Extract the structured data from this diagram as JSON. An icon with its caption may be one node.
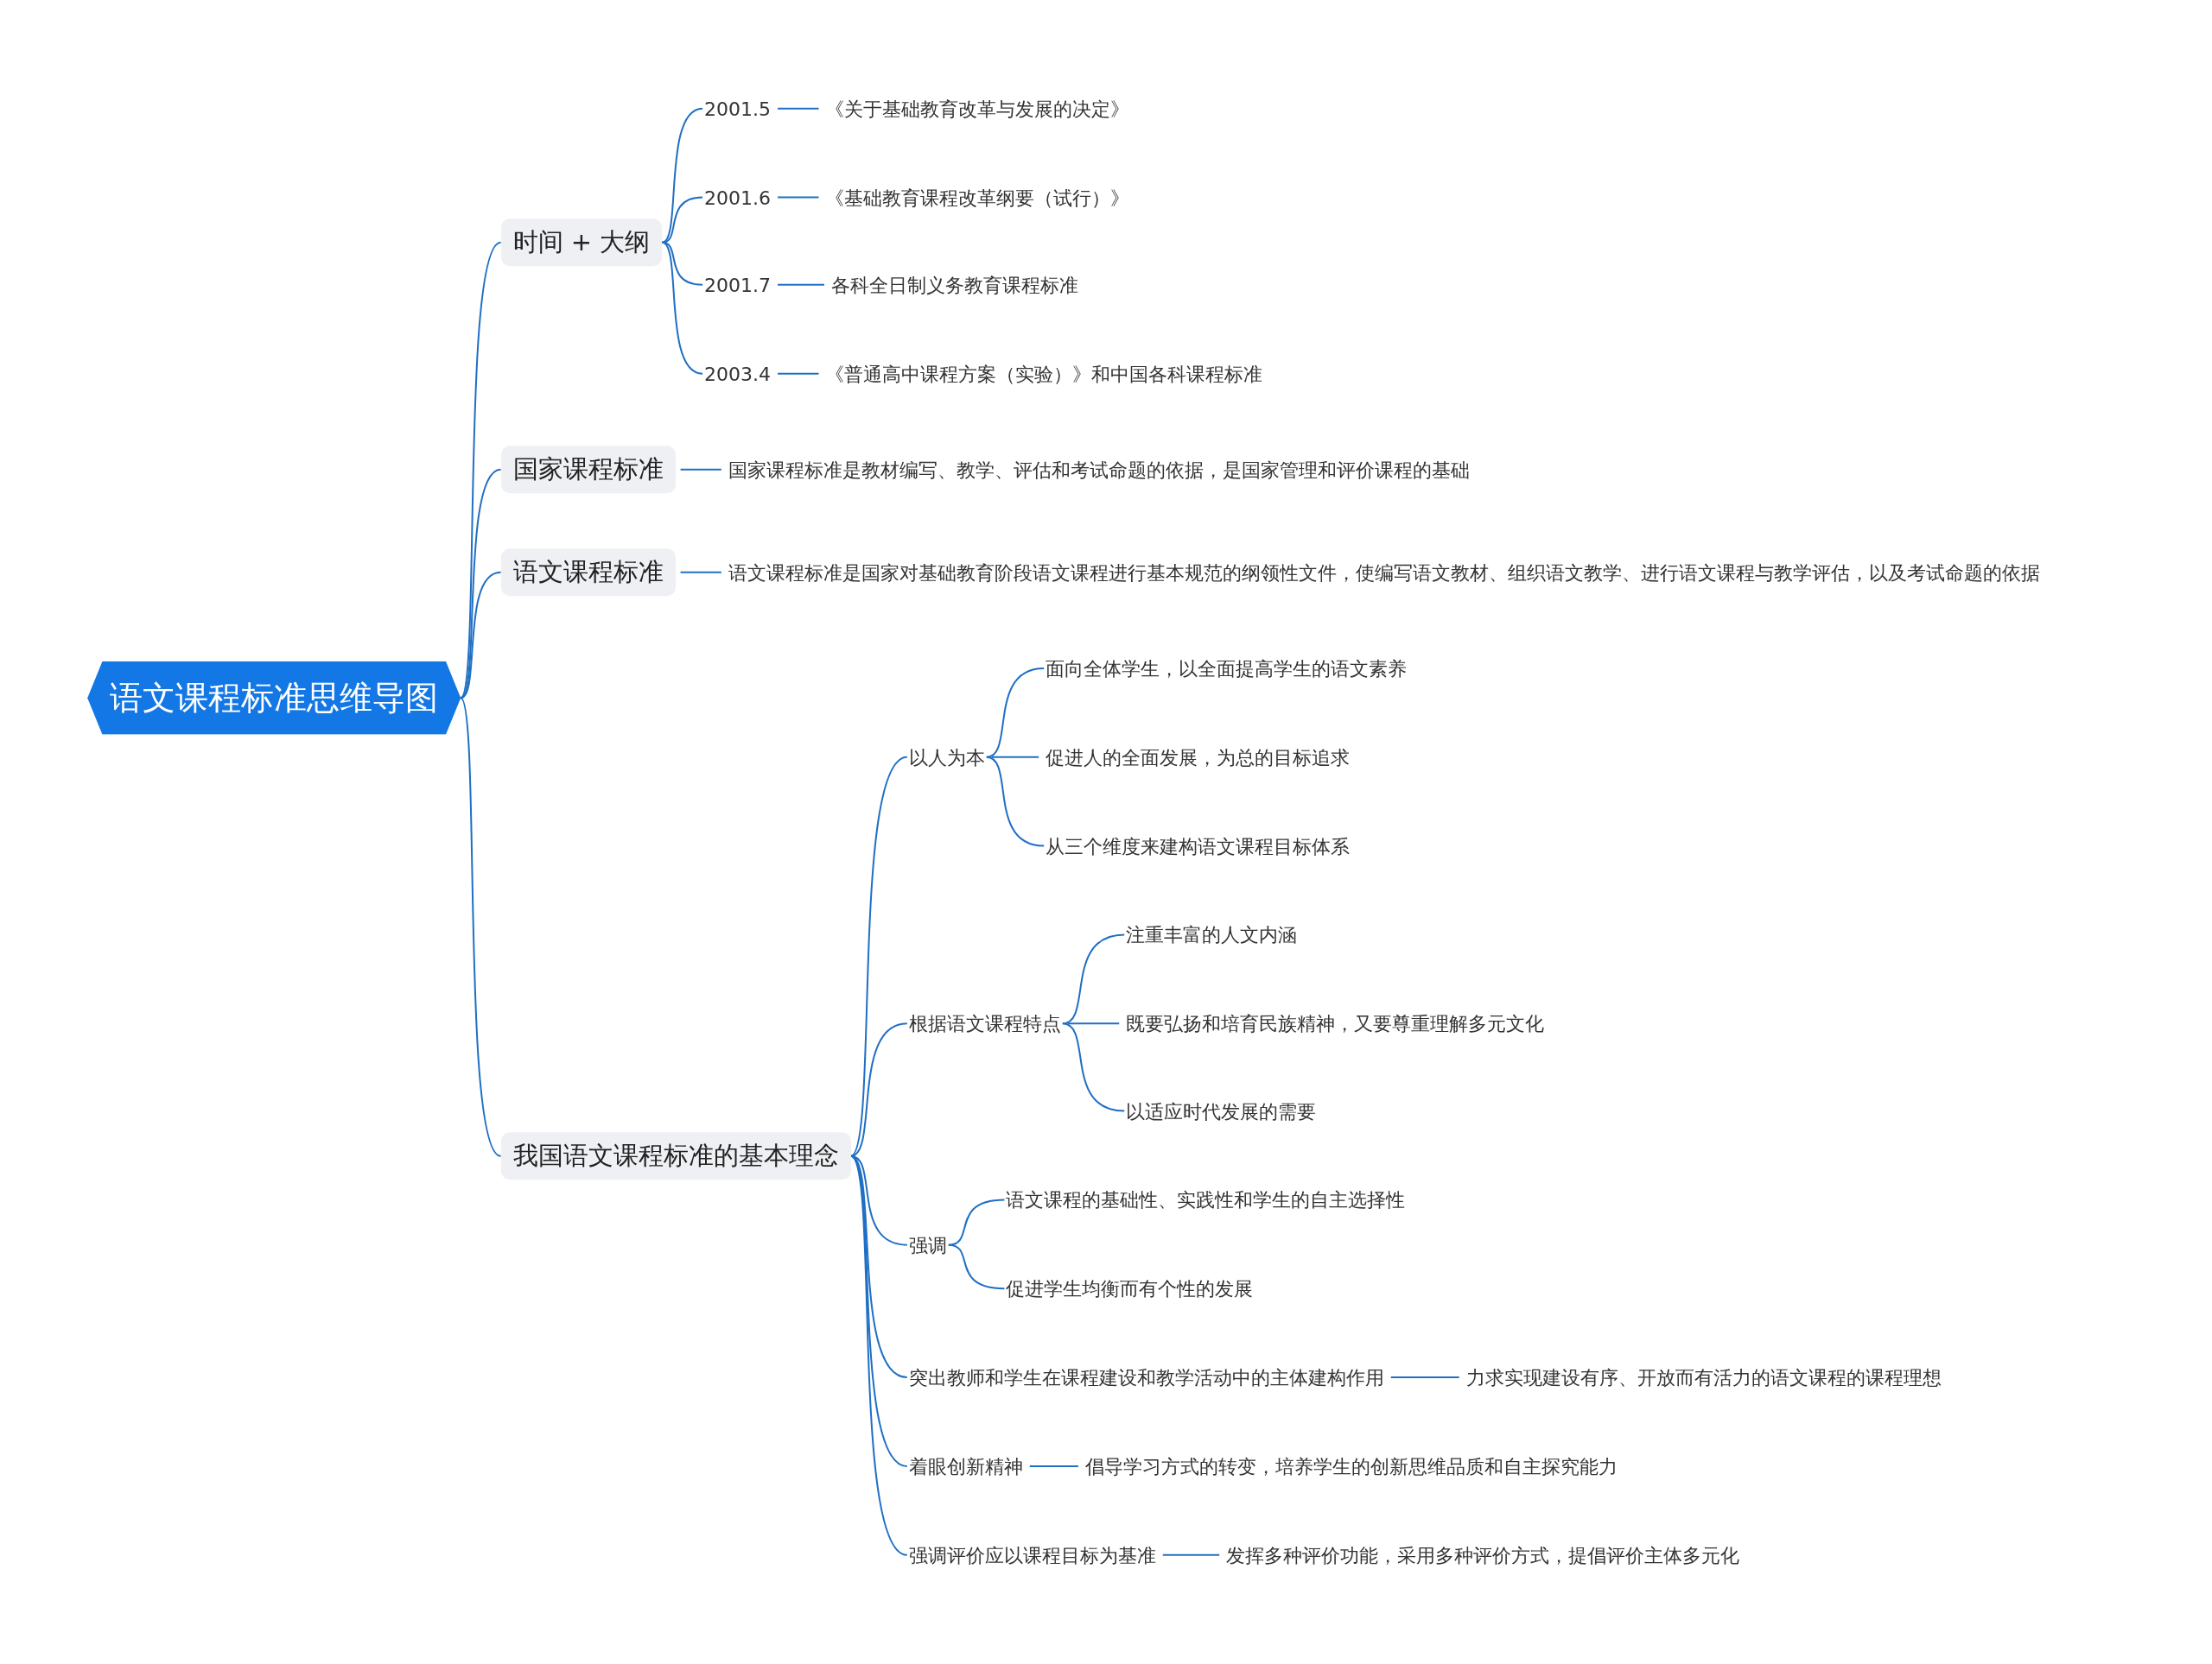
{
  "diagram": {
    "nodes": [
      {
        "text": [
          "语文课程标准思维导图"
        ]
      },
      {
        "text": [
          "时间 + 大纲"
        ]
      },
      {
        "text": [
          "2001.5"
        ]
      },
      {
        "text": [
          "《关于基础教育改革与发展的决定》"
        ]
      },
      {
        "text": [
          "2001.6"
        ]
      },
      {
        "text": [
          "《基础教育课程改革纲要（试行）》"
        ]
      },
      {
        "text": [
          "2001.7"
        ]
      },
      {
        "text": [
          "各科全日制义务教育课程标准"
        ]
      },
      {
        "text": [
          "2003.4"
        ]
      },
      {
        "text": [
          "《普通高中课程方案（实验）》和中国各科课程标准"
        ]
      },
      {
        "text": [
          "国家课程标准"
        ]
      },
      {
        "text": [
          "国家课程标准是教材编写、教学、评估和考试命题的依据，是国家管理和评价课程的基础"
        ]
      },
      {
        "text": [
          "语文课程标准"
        ]
      },
      {
        "text": [
          "语文课程标准是国家对基础教育阶段语文课程进行基本规范的纲领性文件，使编写语文教材、组织语文教学、进行语文课程与教学评估，以及考试命题的依据"
        ]
      },
      {
        "text": [
          "我国语文课程标准的基本理念"
        ]
      },
      {
        "text": [
          "以人为本"
        ]
      },
      {
        "text": [
          "面向全体学生，以全面提高学生的语文素养"
        ]
      },
      {
        "text": [
          "促进人的全面发展，为总的目标追求"
        ]
      },
      {
        "text": [
          "从三个维度来建构语文课程目标体系"
        ]
      },
      {
        "text": [
          "根据语文课程特点"
        ]
      },
      {
        "text": [
          "注重丰富的人文内涵"
        ]
      },
      {
        "text": [
          "既要弘扬和培育民族精神，又要尊重理解多元文化"
        ]
      },
      {
        "text": [
          "以适应时代发展的需要"
        ]
      },
      {
        "text": [
          "强调"
        ]
      },
      {
        "text": [
          "语文课程的基础性、实践性和学生的自主选择性"
        ]
      },
      {
        "text": [
          "促进学生均衡而有个性的发展"
        ]
      },
      {
        "text": [
          "突出教师和学生在课程建设和教学活动中的主体建构作用"
        ]
      },
      {
        "text": [
          "力求实现建设有序、开放而有活力的语文课程的课程理想"
        ]
      },
      {
        "text": [
          "着眼创新精神"
        ]
      },
      {
        "text": [
          "倡导学习方式的转变，培养学生的创新思维品质和自主探究能力"
        ]
      },
      {
        "text": [
          "强调评价应以课程目标为基准"
        ]
      },
      {
        "text": [
          "发挥多种评价功能，采用多种评价方式，提倡评价主体多元化"
        ]
      }
    ],
    "edges": [
      {
        "from": 0,
        "to": 1,
        "arrow": "none"
      },
      {
        "from": 1,
        "to": 2,
        "arrow": "none"
      },
      {
        "from": 2,
        "to": 3,
        "arrow": "none"
      },
      {
        "from": 1,
        "to": 4,
        "arrow": "none"
      },
      {
        "from": 4,
        "to": 5,
        "arrow": "none"
      },
      {
        "from": 1,
        "to": 6,
        "arrow": "none"
      },
      {
        "from": 6,
        "to": 7,
        "arrow": "none"
      },
      {
        "from": 1,
        "to": 8,
        "arrow": "none"
      },
      {
        "from": 8,
        "to": 9,
        "arrow": "none"
      },
      {
        "from": 0,
        "to": 10,
        "arrow": "none"
      },
      {
        "from": 10,
        "to": 11,
        "arrow": "none"
      },
      {
        "from": 0,
        "to": 12,
        "arrow": "none"
      },
      {
        "from": 12,
        "to": 13,
        "arrow": "none"
      },
      {
        "from": 0,
        "to": 14,
        "arrow": "none"
      },
      {
        "from": 14,
        "to": 15,
        "arrow": "none"
      },
      {
        "from": 15,
        "to": 16,
        "arrow": "none"
      },
      {
        "from": 15,
        "to": 17,
        "arrow": "none"
      },
      {
        "from": 15,
        "to": 18,
        "arrow": "none"
      },
      {
        "from": 14,
        "to": 19,
        "arrow": "none"
      },
      {
        "from": 19,
        "to": 20,
        "arrow": "none"
      },
      {
        "from": 19,
        "to": 21,
        "arrow": "none"
      },
      {
        "from": 19,
        "to": 22,
        "arrow": "none"
      },
      {
        "from": 14,
        "to": 23,
        "arrow": "none"
      },
      {
        "from": 23,
        "to": 24,
        "arrow": "none"
      },
      {
        "from": 23,
        "to": 25,
        "arrow": "none"
      },
      {
        "from": 14,
        "to": 26,
        "arrow": "none"
      },
      {
        "from": 26,
        "to": 27,
        "arrow": "none"
      },
      {
        "from": 14,
        "to": 28,
        "arrow": "none"
      },
      {
        "from": 28,
        "to": 29,
        "arrow": "none"
      },
      {
        "from": 14,
        "to": 30,
        "arrow": "none"
      },
      {
        "from": 30,
        "to": 31,
        "arrow": "none"
      }
    ]
  }
}
